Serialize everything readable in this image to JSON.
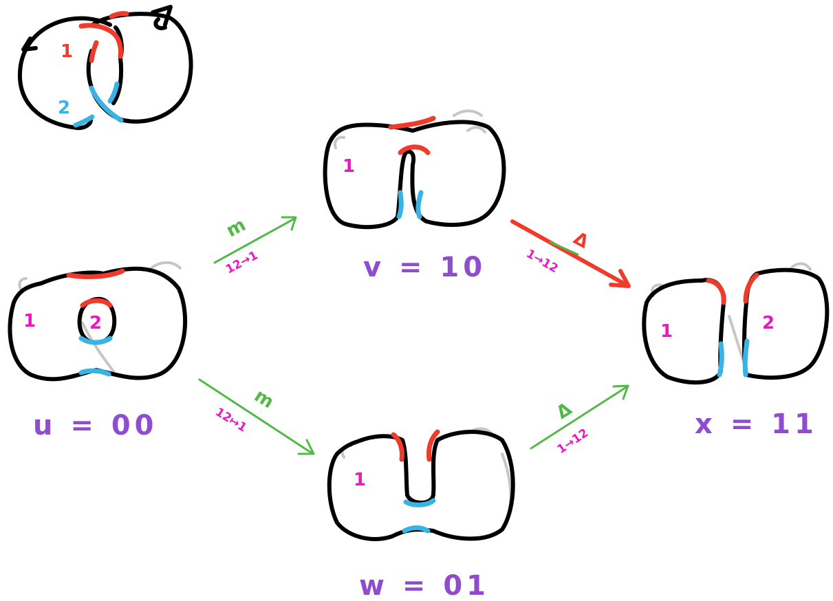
{
  "diagram": {
    "colors": {
      "knot": "#000000",
      "crossing_1": "#ef3b2c",
      "crossing_2": "#3ab3e4",
      "circle_label": "#ee16c3",
      "vertex_label": "#8f4ccf",
      "arrow_merge": "#52b947",
      "arrow_split_highlight": "#ef3b2c"
    },
    "link": {
      "crossing_labels": [
        "1",
        "2"
      ]
    },
    "states": {
      "u": {
        "label": "u = 00",
        "circles": [
          "1",
          "2"
        ]
      },
      "v": {
        "label": "v = 10",
        "circles": [
          "1"
        ]
      },
      "w": {
        "label": "w = 01",
        "circles": [
          "1"
        ]
      },
      "x": {
        "label": "x = 11",
        "circles": [
          "1",
          "2"
        ]
      }
    },
    "edges": {
      "u_v": {
        "op": "m",
        "map": "12→1"
      },
      "u_w": {
        "op": "m",
        "map": "12↦1"
      },
      "v_x": {
        "op": "Δ",
        "map": "1→12"
      },
      "w_x": {
        "op": "Δ",
        "map": "1→12"
      }
    }
  }
}
